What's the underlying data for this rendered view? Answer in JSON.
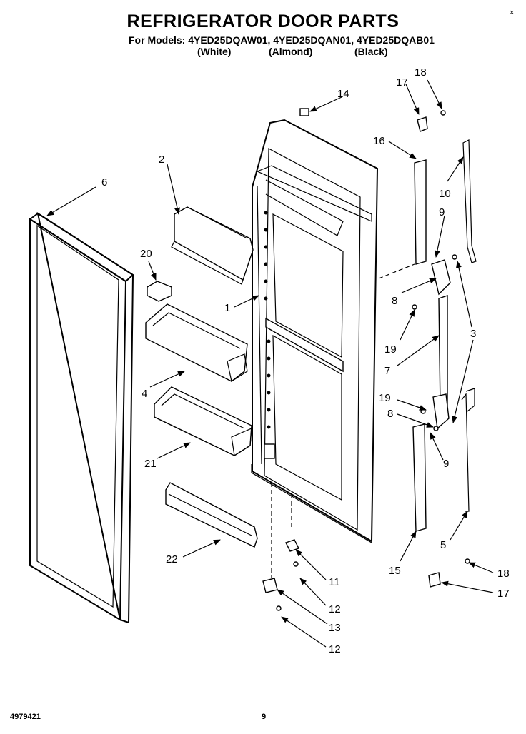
{
  "title": "REFRIGERATOR DOOR PARTS",
  "models_line": "For Models: 4YED25DQAW01, 4YED25DQAN01, 4YED25DQAB01",
  "variants": [
    "(White)",
    "(Almond)",
    "(Black)"
  ],
  "corner_mark": "×",
  "part_number": "4979421",
  "page_number": "9",
  "callouts": {
    "c14": "14",
    "c17a": "17",
    "c18a": "18",
    "c16": "16",
    "c2": "2",
    "c6": "6",
    "c10": "10",
    "c9a": "9",
    "c20": "20",
    "c1": "1",
    "c8a": "8",
    "c3": "3",
    "c19a": "19",
    "c7": "7",
    "c4": "4",
    "c19b": "19",
    "c8b": "8",
    "c9b": "9",
    "c21": "21",
    "c5": "5",
    "c15": "15",
    "c22": "22",
    "c11": "11",
    "c18b": "18",
    "c17b": "17",
    "c12a": "12",
    "c13": "13",
    "c12b": "12"
  }
}
